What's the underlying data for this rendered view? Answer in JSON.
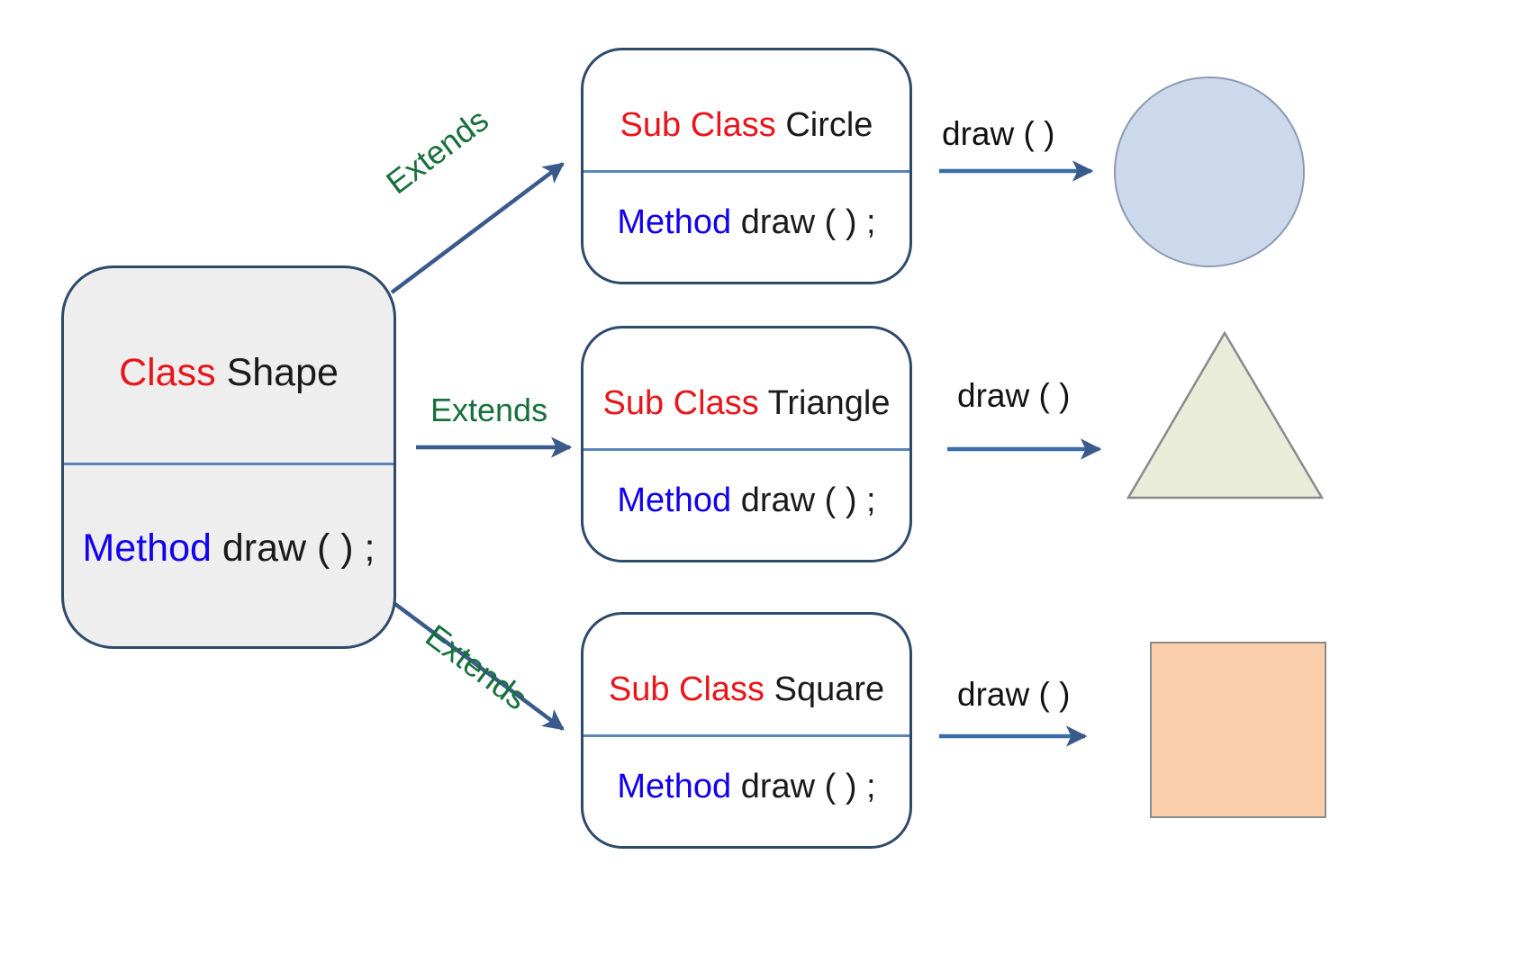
{
  "diagram": {
    "title": "Class Shape inheritance with draw() polymorphism",
    "colors": {
      "keyword_red": "#e8151a",
      "keyword_blue": "#1200ec",
      "extends_green": "#17703c",
      "arrow_blue": "#3a5a8c",
      "box_border": "#2e4a6b",
      "divider_blue": "#5b84b8",
      "parent_fill": "#eeeeee",
      "circle_fill": "#ccd9ec",
      "triangle_fill": "#e8ecd8",
      "square_fill": "#fbceab"
    }
  },
  "parent_class": {
    "name": "shape",
    "keyword": "Class",
    "class_name": "Shape",
    "method_keyword": "Method",
    "method_signature": "draw ( ) ;"
  },
  "sub_classes": [
    {
      "name": "circle",
      "keyword": "Sub Class",
      "class_name": "Circle",
      "method_keyword": "Method",
      "method_signature": "draw ( ) ;",
      "extends_label": "Extends",
      "call_label": "draw ( )",
      "shape": "circle"
    },
    {
      "name": "triangle",
      "keyword": "Sub Class",
      "class_name": "Triangle",
      "method_keyword": "Method",
      "method_signature": "draw ( ) ;",
      "extends_label": "Extends",
      "call_label": "draw ( )",
      "shape": "triangle"
    },
    {
      "name": "square",
      "keyword": "Sub Class",
      "class_name": "Square",
      "method_keyword": "Method",
      "method_signature": "draw ( ) ;",
      "extends_label": "Extends",
      "call_label": "draw ( )",
      "shape": "square"
    }
  ]
}
